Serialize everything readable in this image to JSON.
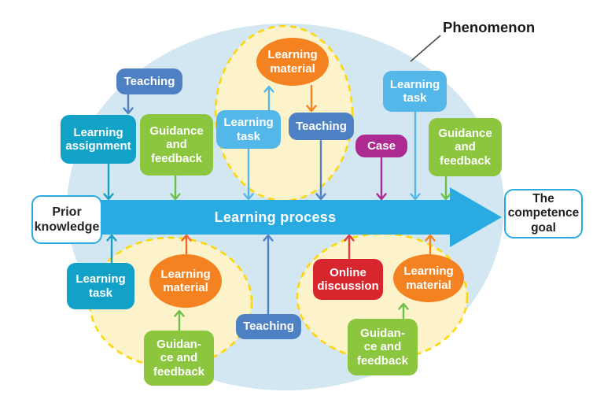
{
  "phenomenon": {
    "label": "Phenomenon"
  },
  "process": {
    "label": "Learning process"
  },
  "nodes": {
    "teaching_top_left": {
      "lines": [
        "Teaching"
      ]
    },
    "learning_assignment": {
      "lines": [
        "Learning",
        "assignment"
      ]
    },
    "guidance_top_left": {
      "lines": [
        "Guidance",
        "and",
        "feedback"
      ]
    },
    "learning_material_top": {
      "lines": [
        "Learning",
        "material"
      ]
    },
    "learning_task_top": {
      "lines": [
        "Learning",
        "task"
      ]
    },
    "teaching_top_center": {
      "lines": [
        "Teaching"
      ]
    },
    "learning_task_right": {
      "lines": [
        "Learning",
        "task"
      ]
    },
    "case": {
      "lines": [
        "Case"
      ]
    },
    "guidance_right": {
      "lines": [
        "Guidance",
        "and",
        "feedback"
      ]
    },
    "prior_knowledge": {
      "lines": [
        "Prior",
        "knowledge"
      ]
    },
    "competence_goal": {
      "lines": [
        "The",
        "competence",
        "goal"
      ]
    },
    "learning_task_bottom_left": {
      "lines": [
        "Learning",
        "task"
      ]
    },
    "learning_material_bottom_left": {
      "lines": [
        "Learning",
        "material"
      ]
    },
    "guidance_bottom_left": {
      "lines": [
        "Guidan-",
        "ce and",
        "feedback"
      ]
    },
    "teaching_bottom": {
      "lines": [
        "Teaching"
      ]
    },
    "online_discussion": {
      "lines": [
        "Online",
        "discussion"
      ]
    },
    "learning_material_bottom_right": {
      "lines": [
        "Learning",
        "material"
      ]
    },
    "guidance_bottom_right": {
      "lines": [
        "Guidan-",
        "ce and",
        "feedback"
      ]
    }
  },
  "colors": {
    "background_ellipse": "#d2e7f1",
    "cluster_fill": "#fdf3cb",
    "cluster_dash": "#ffd60a",
    "process_arrow": "#29abe2",
    "teaching": "#4e81c4",
    "learning_task_light": "#54b7e9",
    "learning_task_dark": "#12a2c8",
    "guidance": "#8cc63f",
    "learning_material": "#f58220",
    "online_discussion": "#d8262e",
    "case": "#ac2a92",
    "endpoint_border": "#29abe2",
    "text_light": "#ffffff",
    "text_dark": "#231f20"
  }
}
